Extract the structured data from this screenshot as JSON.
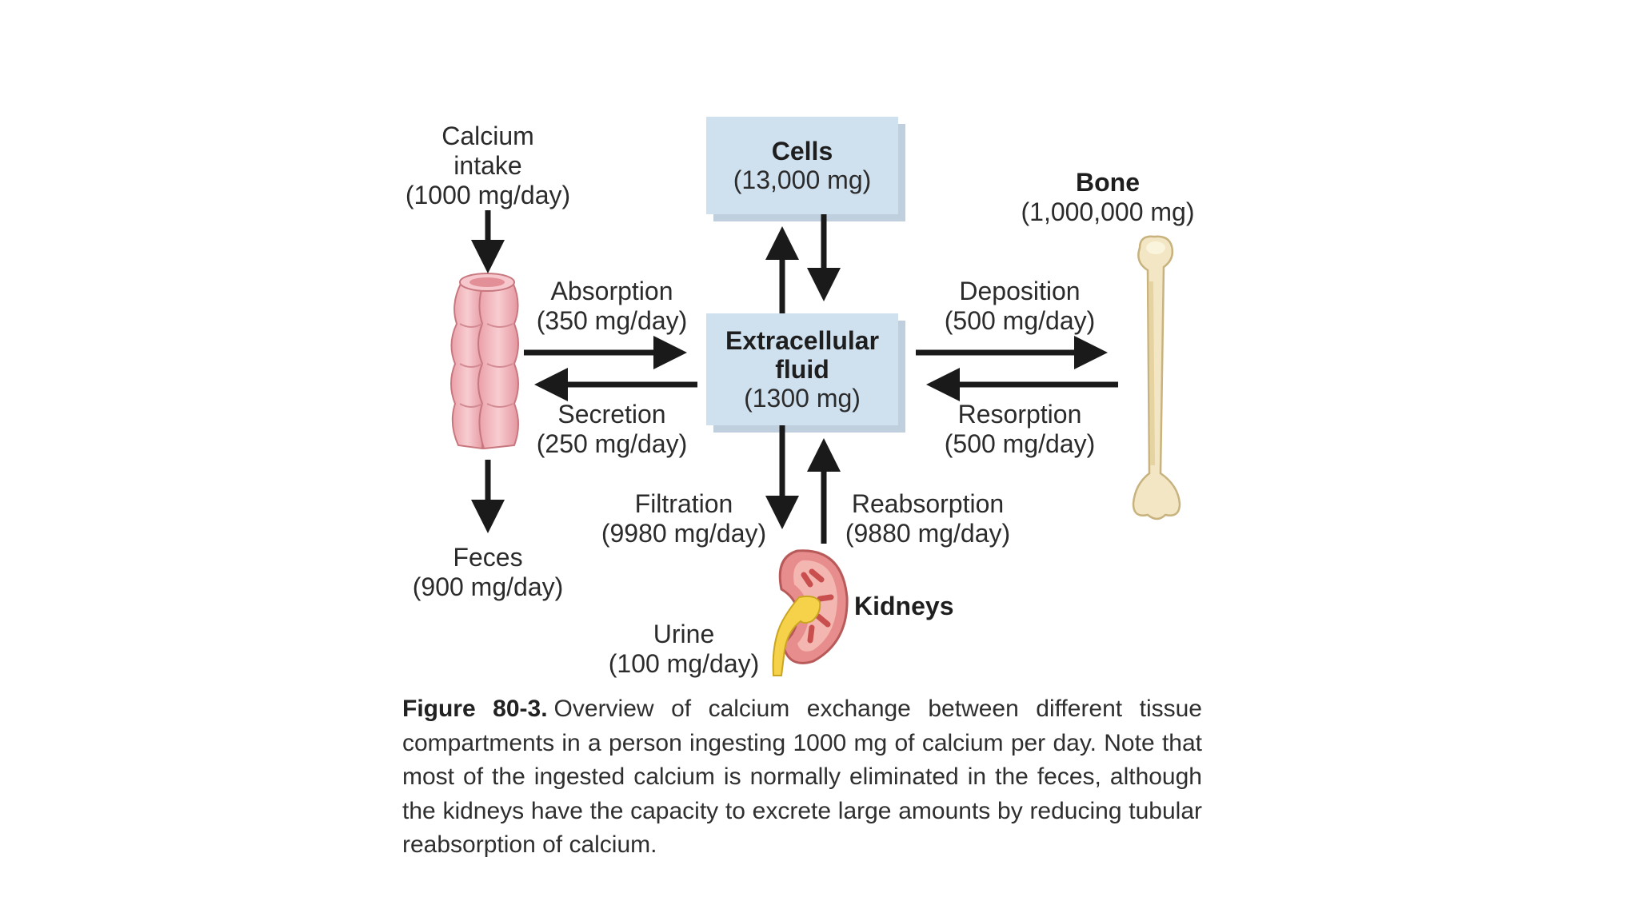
{
  "nodes": {
    "cells": {
      "title": "Cells",
      "amount": "(13,000 mg)"
    },
    "ecf": {
      "title_line1": "Extracellular",
      "title_line2": "fluid",
      "amount": "(1300 mg)"
    },
    "bone": {
      "title": "Bone",
      "amount": "(1,000,000 mg)"
    },
    "kidneys": {
      "title": "Kidneys"
    }
  },
  "flows": {
    "intake": {
      "line1": "Calcium",
      "line2": "intake",
      "rate": "(1000 mg/day)"
    },
    "absorption": {
      "name": "Absorption",
      "rate": "(350 mg/day)"
    },
    "secretion": {
      "name": "Secretion",
      "rate": "(250 mg/day)"
    },
    "deposition": {
      "name": "Deposition",
      "rate": "(500 mg/day)"
    },
    "resorption": {
      "name": "Resorption",
      "rate": "(500 mg/day)"
    },
    "filtration": {
      "name": "Filtration",
      "rate": "(9980 mg/day)"
    },
    "reabsorption": {
      "name": "Reabsorption",
      "rate": "(9880 mg/day)"
    },
    "feces": {
      "name": "Feces",
      "rate": "(900 mg/day)"
    },
    "urine": {
      "name": "Urine",
      "rate": "(100 mg/day)"
    }
  },
  "caption": {
    "figure_label": "Figure 80-3.",
    "text": "Overview of calcium exchange between different tissue compartments in a person ingesting 1000 mg of calcium per day. Note that most of the ingested calcium is normally eliminated in the feces, although the kidneys have the capacity to excrete large amounts by reducing tubular reabsorption of calcium."
  },
  "colors": {
    "box_fill": "#cfe0ef",
    "arrow": "#1a1a1a",
    "intestine": "#f2b8bd",
    "bone": "#f3e6c4",
    "kidney": "#e88d8d",
    "kidney_pelvis": "#f5d24a"
  }
}
